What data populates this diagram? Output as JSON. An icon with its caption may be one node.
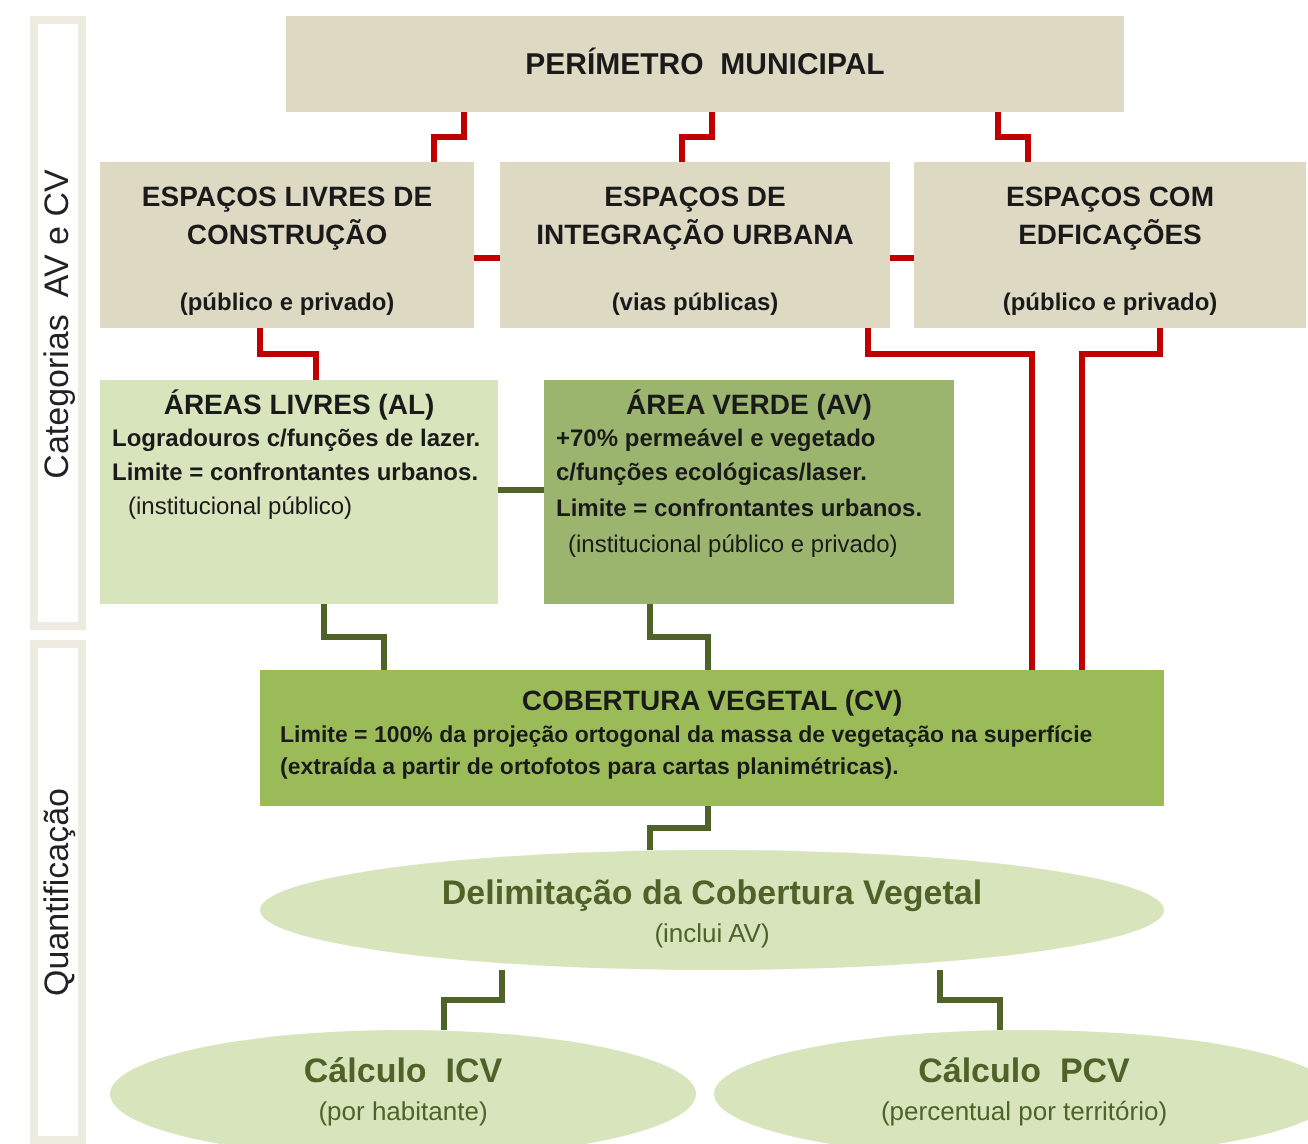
{
  "diagram": {
    "nodes": [
      {
        "text": [
          "Categorias  AV e CV"
        ]
      },
      {
        "text": [
          "Quantificação"
        ]
      },
      {
        "text": [
          "PERÍMETRO  MUNICIPAL"
        ]
      },
      {
        "text": [
          "ESPAÇOS LIVRES DE CONSTRUÇÃO",
          "(público e privado)"
        ]
      },
      {
        "text": [
          "ESPAÇOS DE INTEGRAÇÃO URBANA",
          "(vias públicas)"
        ]
      },
      {
        "text": [
          "ESPAÇOS COM EDFICAÇÕES",
          "(público e privado)"
        ]
      },
      {
        "text": [
          "ÁREAS LIVRES (AL)",
          "Logradouros c/funções de lazer.",
          "Limite = confrontantes urbanos.",
          "(institucional público)"
        ]
      },
      {
        "text": [
          "ÁREA VERDE (AV)",
          "+70% permeável e vegetado c/funções ecológicas/laser.",
          "Limite = confrontantes urbanos.",
          "(institucional público e privado)"
        ]
      },
      {
        "text": [
          "COBERTURA VEGETAL (CV)",
          "Limite = 100% da projeção ortogonal da massa de vegetação na superfície (extraída  a partir de ortofotos para cartas planimétricas)."
        ]
      },
      {
        "text": [
          "Delimitação da Cobertura Vegetal",
          "(inclui AV)"
        ]
      },
      {
        "text": [
          "Cálculo  ICV",
          "(por habitante)"
        ]
      },
      {
        "text": [
          "Cálculo  PCV",
          "(percentual por território)"
        ]
      }
    ],
    "edges": [
      {
        "from": 2,
        "to": 3,
        "arrow": "none"
      },
      {
        "from": 2,
        "to": 4,
        "arrow": "none"
      },
      {
        "from": 2,
        "to": 5,
        "arrow": "none"
      },
      {
        "from": 3,
        "to": 4,
        "arrow": "none"
      },
      {
        "from": 4,
        "to": 5,
        "arrow": "none"
      },
      {
        "from": 3,
        "to": 6,
        "arrow": "none"
      },
      {
        "from": 6,
        "to": 7,
        "arrow": "none",
        "color": "#4f6228"
      },
      {
        "from": 4,
        "to": 8,
        "arrow": "none"
      },
      {
        "from": 5,
        "to": 8,
        "arrow": "none"
      },
      {
        "from": 6,
        "to": 8,
        "arrow": "none",
        "color": "#4f6228"
      },
      {
        "from": 7,
        "to": 8,
        "arrow": "none",
        "color": "#4f6228"
      },
      {
        "from": 8,
        "to": 9,
        "arrow": "none",
        "color": "#4f6228"
      },
      {
        "from": 9,
        "to": 10,
        "arrow": "none",
        "color": "#4f6228"
      },
      {
        "from": 9,
        "to": 11,
        "arrow": "none",
        "color": "#4f6228"
      }
    ]
  }
}
